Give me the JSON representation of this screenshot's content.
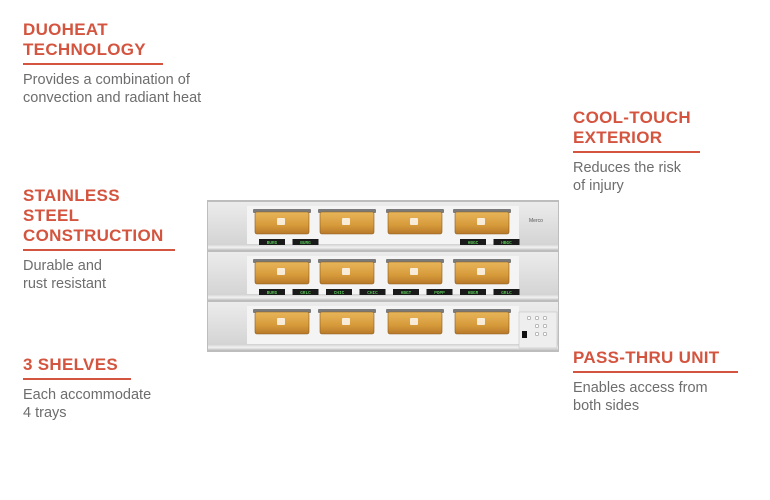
{
  "features": [
    {
      "title": "DUOHEAT\nTECHNOLOGY",
      "desc": "Provides a combination of\nconvection and radiant heat"
    },
    {
      "title": "STAINLESS\nSTEEL\nCONSTRUCTION",
      "desc": "Durable and\nrust resistant"
    },
    {
      "title": "3 SHELVES",
      "desc": "Each accommodate\n4 trays"
    },
    {
      "title": "COOL-TOUCH\nEXTERIOR",
      "desc": "Reduces the risk\nof injury"
    },
    {
      "title": "PASS-THRU UNIT",
      "desc": "Enables access from\nboth sides"
    }
  ],
  "product": {
    "brand": "Merco",
    "shelf_labels": [
      [
        "BURG",
        "BURG",
        "",
        "",
        "",
        "",
        "HBGC",
        "HBGC"
      ],
      [
        "BURG",
        "GRLC",
        "CHIC",
        "CHIC",
        "HBGT",
        "POPP",
        "HBGR",
        "GRLC"
      ],
      []
    ]
  },
  "colors": {
    "accent": "#d4553f",
    "text": "#6d6d6d"
  }
}
